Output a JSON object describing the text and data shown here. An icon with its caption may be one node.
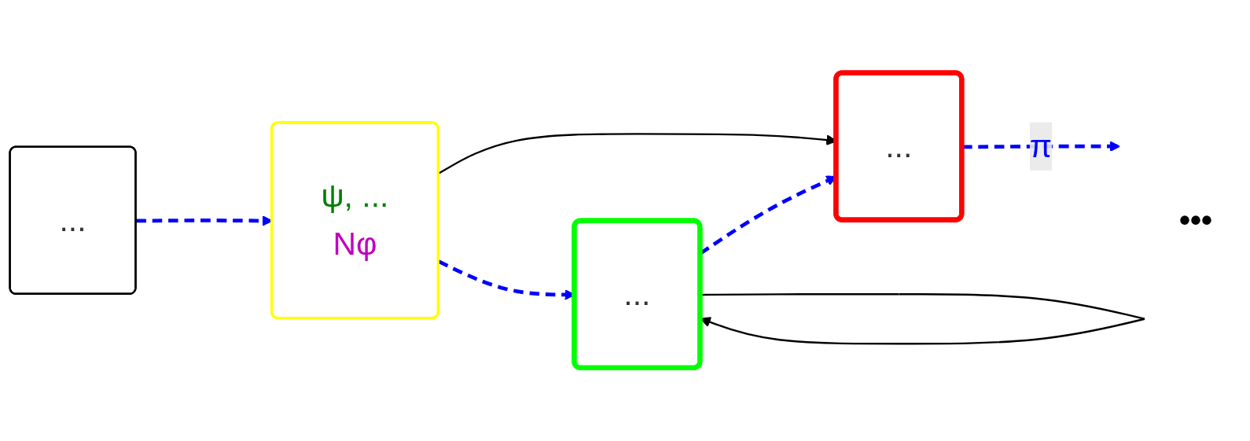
{
  "diagram": {
    "nodes": [
      {
        "text": [
          "..."
        ]
      },
      {
        "text": [
          "ψ, ...",
          "Nφ"
        ]
      },
      {
        "text": [
          "..."
        ]
      },
      {
        "text": [
          "..."
        ]
      }
    ],
    "edges": [
      {
        "from": 0,
        "to": 1,
        "arrow": "to",
        "style": "dashed",
        "color": "#0000ff"
      },
      {
        "from": 1,
        "to": 2,
        "arrow": "to",
        "color": "#000000"
      },
      {
        "from": 1,
        "to": 3,
        "arrow": "to",
        "style": "dashed",
        "color": "#0000ff"
      },
      {
        "from": 3,
        "to": 2,
        "arrow": "to",
        "style": "dashed",
        "color": "#0000ff"
      },
      {
        "from": 3,
        "to": 3,
        "arrow": "to",
        "color": "#000000"
      },
      {
        "from": 2,
        "to": null,
        "arrow": "to",
        "style": "dashed",
        "color": "#0000ff",
        "label": "π"
      }
    ],
    "labels": [
      "•••"
    ]
  }
}
